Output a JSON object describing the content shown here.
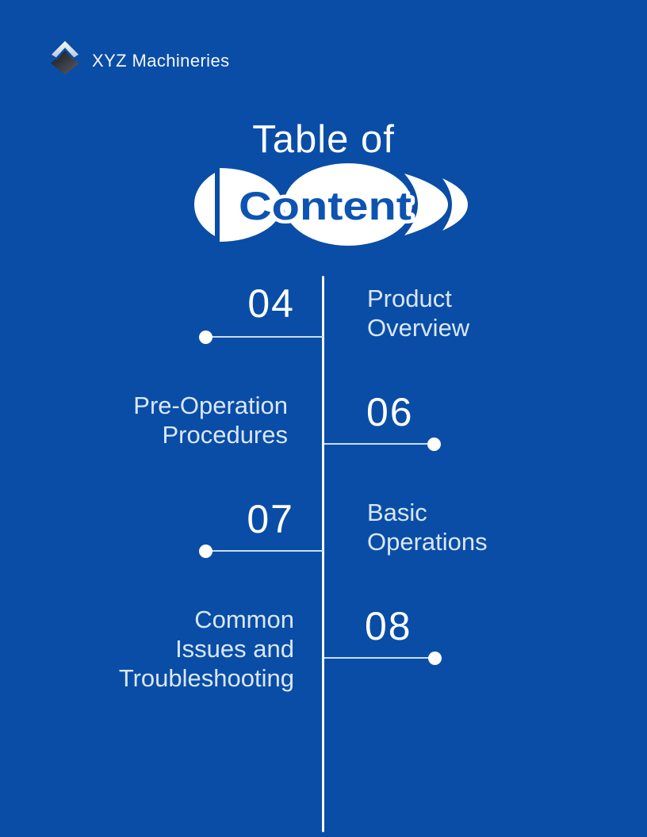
{
  "page": {
    "background_color": "#0a4da6"
  },
  "brand": {
    "name": "XYZ Machineries",
    "logo": "diamond-chevron-logo"
  },
  "title": {
    "line1": "Table of",
    "line2": "Content",
    "word_color": "#0d53b2",
    "ornament_color": "#ffffff"
  },
  "toc": {
    "entries": [
      {
        "page_number": "04",
        "label": "Product\nOverview",
        "number_side": "left"
      },
      {
        "page_number": "06",
        "label": "Pre-Operation\nProcedures",
        "number_side": "right"
      },
      {
        "page_number": "07",
        "label": "Basic\nOperations",
        "number_side": "left"
      },
      {
        "page_number": "08",
        "label": "Common\nIssues and\nTroubleshooting",
        "number_side": "right"
      }
    ]
  },
  "colors": {
    "accent_text": "#d9e7f7",
    "line": "#c9dcf2",
    "axis": "#f3f8fd",
    "dot": "#ffffff"
  }
}
